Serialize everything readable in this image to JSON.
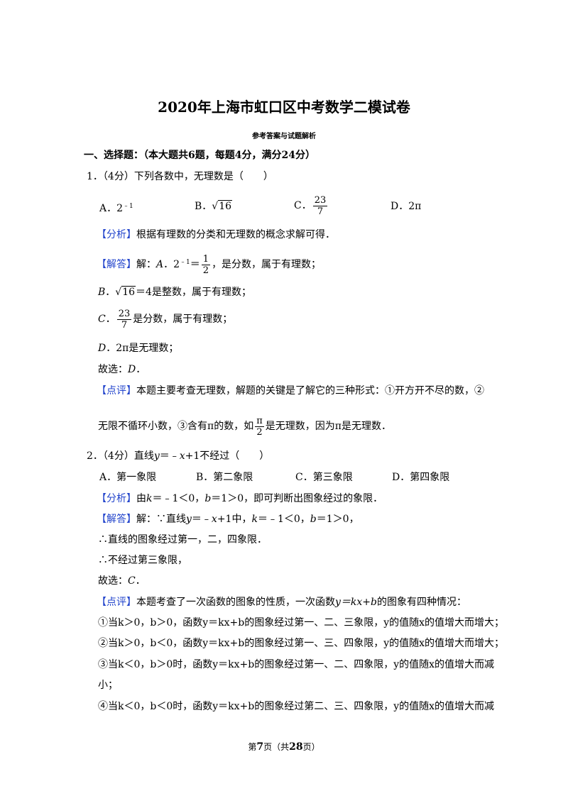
{
  "document": {
    "title": "2020年上海市虹口区中考数学二模试卷",
    "subtitle": "参考答案与试题解析",
    "section": "一、选择题：（本大题共6题，每题4分，满分24分）"
  },
  "labels": {
    "analysis": "【分析】",
    "answer": "【解答】",
    "comment": "【点评】"
  },
  "q1": {
    "stem": "1．（4分）下列各数中，无理数是（　　）",
    "options": {
      "a_prefix": "A．2",
      "a_sup": "﹣1",
      "b_prefix": "B．",
      "b_rad": "16",
      "c_prefix": "C．",
      "c_num": "23",
      "c_den": "7",
      "d": "D．2π"
    },
    "analysis": "根据有理数的分类和无理数的概念求解可得．",
    "answer_a_pre": "解：",
    "answer_a_var": "A",
    "answer_a_mid": "．2",
    "answer_a_sup": "﹣1",
    "answer_a_eq": "＝",
    "answer_a_num": "1",
    "answer_a_den": "2",
    "answer_a_post": "，是分数，属于有理数；",
    "answer_b_var": "B",
    "answer_b_dot": "．",
    "answer_b_rad": "16",
    "answer_b_post": "＝4是整数，属于有理数；",
    "answer_c_var": "C",
    "answer_c_dot": "．",
    "answer_c_num": "23",
    "answer_c_den": "7",
    "answer_c_post": "是分数，属于有理数；",
    "answer_d_var": "D",
    "answer_d_post": "．2π是无理数；",
    "choice_pre": "故选：",
    "choice_var": "D",
    "choice_post": "．",
    "comment_line1": "本题主要考查无理数，解题的关键是了解它的三种形式：①开方开不尽的数，②",
    "comment_line2_pre": "无限不循环小数，③含有π的数，如",
    "comment_num": "π",
    "comment_den": "2",
    "comment_line2_post": "是无理数，因为π是无理数．"
  },
  "q2": {
    "stem_pre": "2．（4分）直线",
    "stem_y": "y",
    "stem_mid": "＝﹣",
    "stem_x": "x",
    "stem_post": "+1不经过（　　）",
    "options": {
      "a": "A．第一象限",
      "b": "B．第二象限",
      "c": "C．第三象限",
      "d": "D．第四象限"
    },
    "analysis_pre": "由",
    "analysis_k": "k",
    "analysis_mid": "＝﹣1＜0，",
    "analysis_b": "b",
    "analysis_post": "＝1＞0，即可判断出图象经过的象限．",
    "answer_pre": "解：∵直线",
    "answer_y": "y",
    "answer_m1": "＝﹣",
    "answer_x": "x",
    "answer_m2": "+1中，",
    "answer_k": "k",
    "answer_m3": "＝﹣1＜0，",
    "answer_b": "b",
    "answer_post": "＝1＞0，",
    "line2": "∴直线的图象经过第一，二，四象限．",
    "line3": "∴不经过第三象限，",
    "choice_pre": "故选：",
    "choice_var": "C",
    "choice_post": "．",
    "comment_pre": "本题考查了一次函数的图象的性质，一次函数",
    "comment_eq": "y＝kx+b",
    "comment_post": "的图象有四种情况：",
    "case1": "①当k＞0，b＞0，函数y＝kx+b的图象经过第一、二、三象限，y的值随x的值增大而增大；",
    "case2": "②当k＞0，b＜0，函数y＝kx+b的图象经过第一、三、四象限，y的值随x的值增大而增大；",
    "case3a": "③当k＜0，b＞0时，函数y＝kx+b的图象经过第一、二、四象限，y的值随x的值增大而减",
    "case3b": "小；",
    "case4": "④当k＜0，b＜0时，函数y＝kx+b的图象经过第二、三、四象限，y的值随x的值增大而减"
  },
  "footer": {
    "pre": "第",
    "page": "7",
    "mid": "页（共",
    "total": "28",
    "post": "页）"
  }
}
